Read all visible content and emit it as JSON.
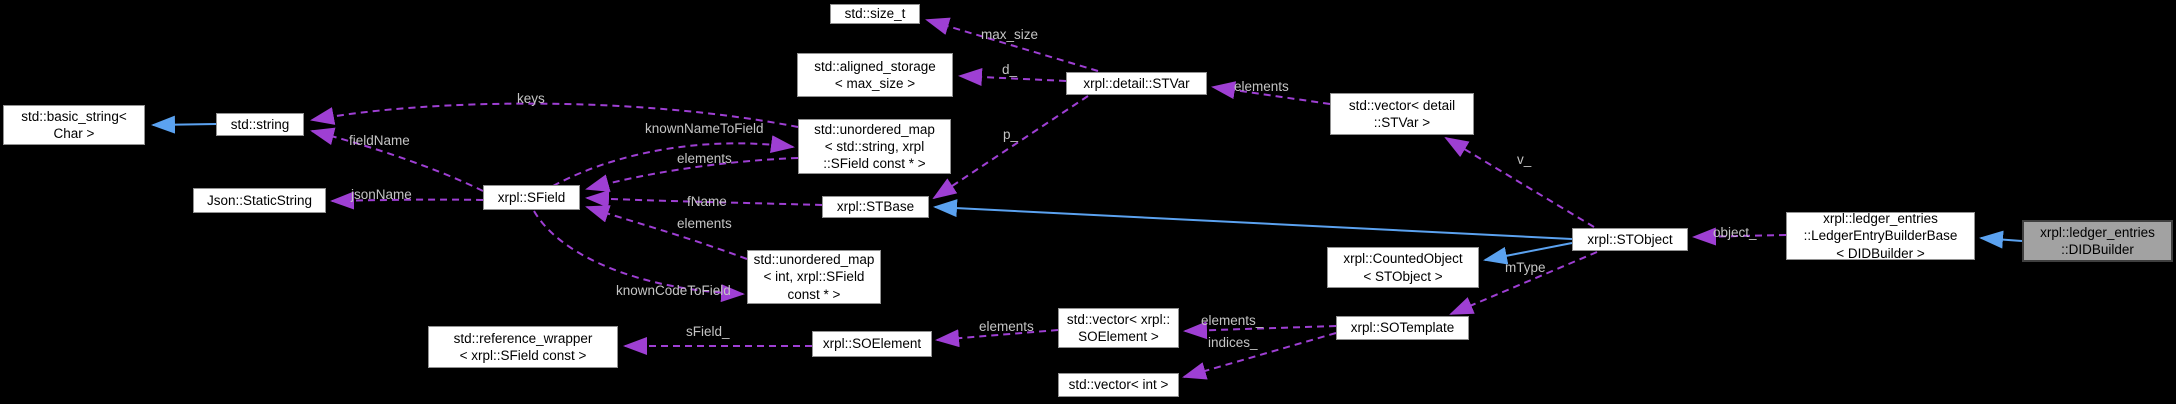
{
  "diagram_type": "doxygen-collaboration-graph",
  "colors": {
    "background": "#000000",
    "node_background": "#ffffff",
    "node_border": "#929292",
    "focal_node_background": "#a2a2a2",
    "focal_node_border": "#3f3f3f",
    "member_edge": "#9e3fd3",
    "inheritance_edge": "#5ba2f0",
    "edge_label_text": "#c4c4c4"
  },
  "nodes": {
    "basic_string": "std::basic_string<\nChar >",
    "std_string": "std::string",
    "json_static_string": "Json::StaticString",
    "sfield": "xrpl::SField",
    "size_t": "std::size_t",
    "aligned_storage": "std::aligned_storage\n< max_size >",
    "umap_string": "std::unordered_map\n< std::string, xrpl\n::SField const * >",
    "stbase": "xrpl::STBase",
    "umap_int": "std::unordered_map\n< int, xrpl::SField\nconst * >",
    "stvar": "xrpl::detail::STVar",
    "vector_stvar": "std::vector< detail\n::STVar >",
    "ref_wrapper": "std::reference_wrapper\n< xrpl::SField const >",
    "soelement": "xrpl::SOElement",
    "vector_soelement": "std::vector< xrpl::\nSOElement >",
    "vector_int": "std::vector< int >",
    "sotemplate": "xrpl::SOTemplate",
    "counted_object": "xrpl::CountedObject\n< STObject >",
    "stobject": "xrpl::STObject",
    "ledger_entry_builder_base": "xrpl::ledger_entries\n::LedgerEntryBuilderBase\n< DIDBuilder >",
    "did_builder": "xrpl::ledger_entries\n::DIDBuilder"
  },
  "labels": {
    "keys": "keys",
    "field_name": "fieldName",
    "json_name": "jsonName",
    "known_name_to_field": "knownNameToField",
    "elements_map_string": "elements",
    "f_name": "fName",
    "elements_map_int": "elements",
    "known_code_to_field": "knownCodeToField",
    "s_field": "sField_",
    "elements_vec_soelement": "elements",
    "elements_sotemplate": "elements_",
    "indices_sotemplate": "indices_",
    "m_type": "mType",
    "v_member": "v_",
    "object_member": "object_",
    "elements_vec_stvar": "elements",
    "max_size": "max_size",
    "d_member": "d_",
    "p_member": "p_"
  }
}
